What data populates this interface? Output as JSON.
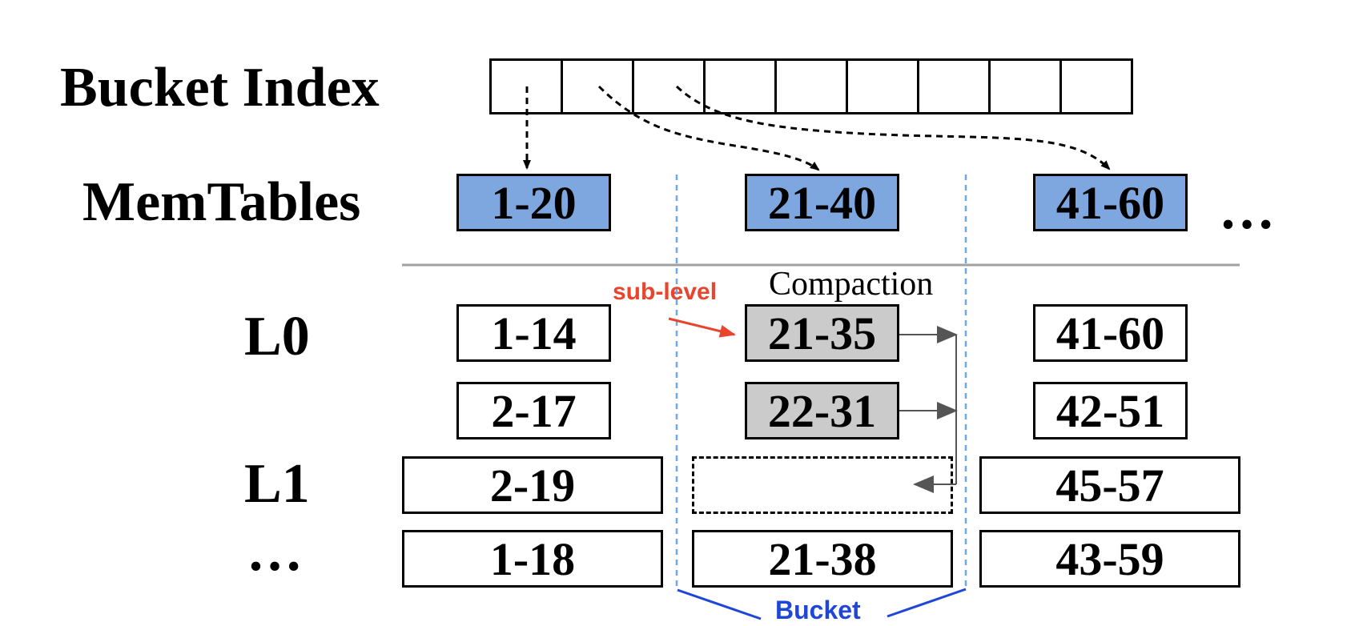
{
  "labels": {
    "bucket_index": "Bucket Index",
    "memtables": "MemTables",
    "l0": "L0",
    "l1": "L1",
    "more_levels": "…",
    "more_memtables": "…",
    "sub_level": "sub-level",
    "compaction": "Compaction",
    "bucket": "Bucket"
  },
  "colors": {
    "memtable_fill": "#7ea7e0",
    "compaction_fill": "#cbcbcb",
    "sub_level_red": "#e8452c",
    "bucket_blue": "#1f46d8",
    "bucket_divider": "#6fa8e8",
    "separator": "#a0a0a0"
  },
  "bucket_index": {
    "cell_count": 9
  },
  "memtables": [
    "1-20",
    "21-40",
    "41-60"
  ],
  "l0": {
    "row1": [
      "1-14",
      "21-35",
      "41-60"
    ],
    "row2": [
      "2-17",
      "22-31",
      "42-51"
    ]
  },
  "l1": [
    "2-19",
    "",
    "45-57"
  ],
  "level_n": [
    "1-18",
    "21-38",
    "43-59"
  ]
}
